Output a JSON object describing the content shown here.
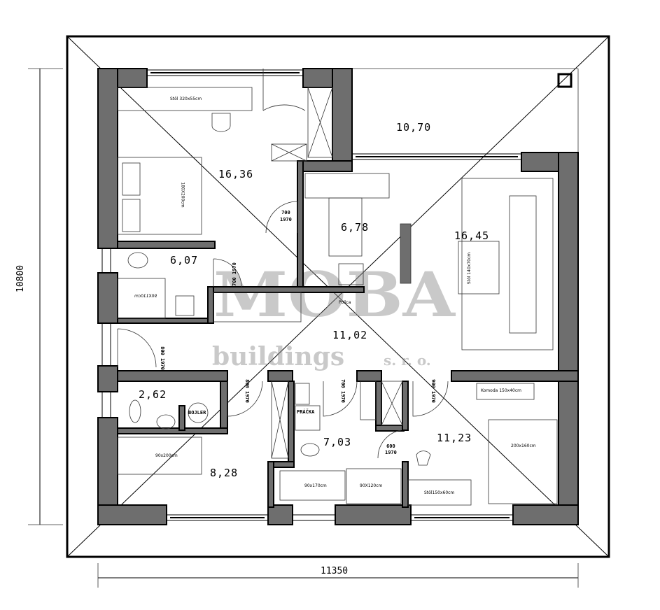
{
  "dimensions": {
    "width_label": "11350",
    "height_label": "10800"
  },
  "rooms": [
    {
      "id": "bedroom-main",
      "area": "16,36"
    },
    {
      "id": "terrace",
      "area": "10,70"
    },
    {
      "id": "kitchen",
      "area": "6,78"
    },
    {
      "id": "living",
      "area": "16,45"
    },
    {
      "id": "bathroom-1",
      "area": "6,07"
    },
    {
      "id": "hall",
      "area": "11,02"
    },
    {
      "id": "wc-boiler",
      "area": "2,62"
    },
    {
      "id": "bedroom-2",
      "area": "8,28"
    },
    {
      "id": "bathroom-2",
      "area": "7,03"
    },
    {
      "id": "bedroom-3",
      "area": "11,23"
    }
  ],
  "furniture": {
    "desk_main": "Stôl 320x55cm",
    "bed_main": "180X200cm",
    "shower_1": "90X110cm",
    "shelf": "Polica",
    "table_living": "Stôl 140x70cm",
    "dresser": "Komoda 150x40cm",
    "bed_3": "200x160cm",
    "desk_3": "Stôl150x60cm",
    "bath_tub": "90x170cm",
    "shower_2": "90X120cm",
    "bed_2": "90x200cm",
    "washer": "PRÁČKA",
    "boiler": "BOJLER"
  },
  "doors": [
    {
      "w": "700",
      "h": "1970"
    },
    {
      "w": "700",
      "h": "1970"
    },
    {
      "w": "800",
      "h": "1970"
    },
    {
      "w": "800",
      "h": "1970"
    },
    {
      "w": "700",
      "h": "1970"
    },
    {
      "w": "900",
      "h": "1970"
    },
    {
      "w": "600",
      "h": "1970"
    }
  ],
  "watermark": {
    "brand": "MOBA",
    "sub": "buildings s. r. o."
  }
}
